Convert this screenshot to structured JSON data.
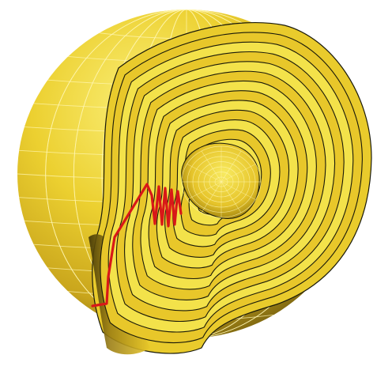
{
  "figure": {
    "subject": "cutaway-sphere-nested-shells",
    "colors": {
      "background": "#ffffff",
      "surface_light": "#f3e24a",
      "surface_mid": "#e8c72a",
      "surface_dark": "#a88a12",
      "surface_shadow": "#4a3d08",
      "grid_line": "#fff6b0",
      "shell_outline": "#1a1a0a",
      "trace": "#d81818"
    },
    "shell_count": 14,
    "trace_name": "red-path"
  }
}
